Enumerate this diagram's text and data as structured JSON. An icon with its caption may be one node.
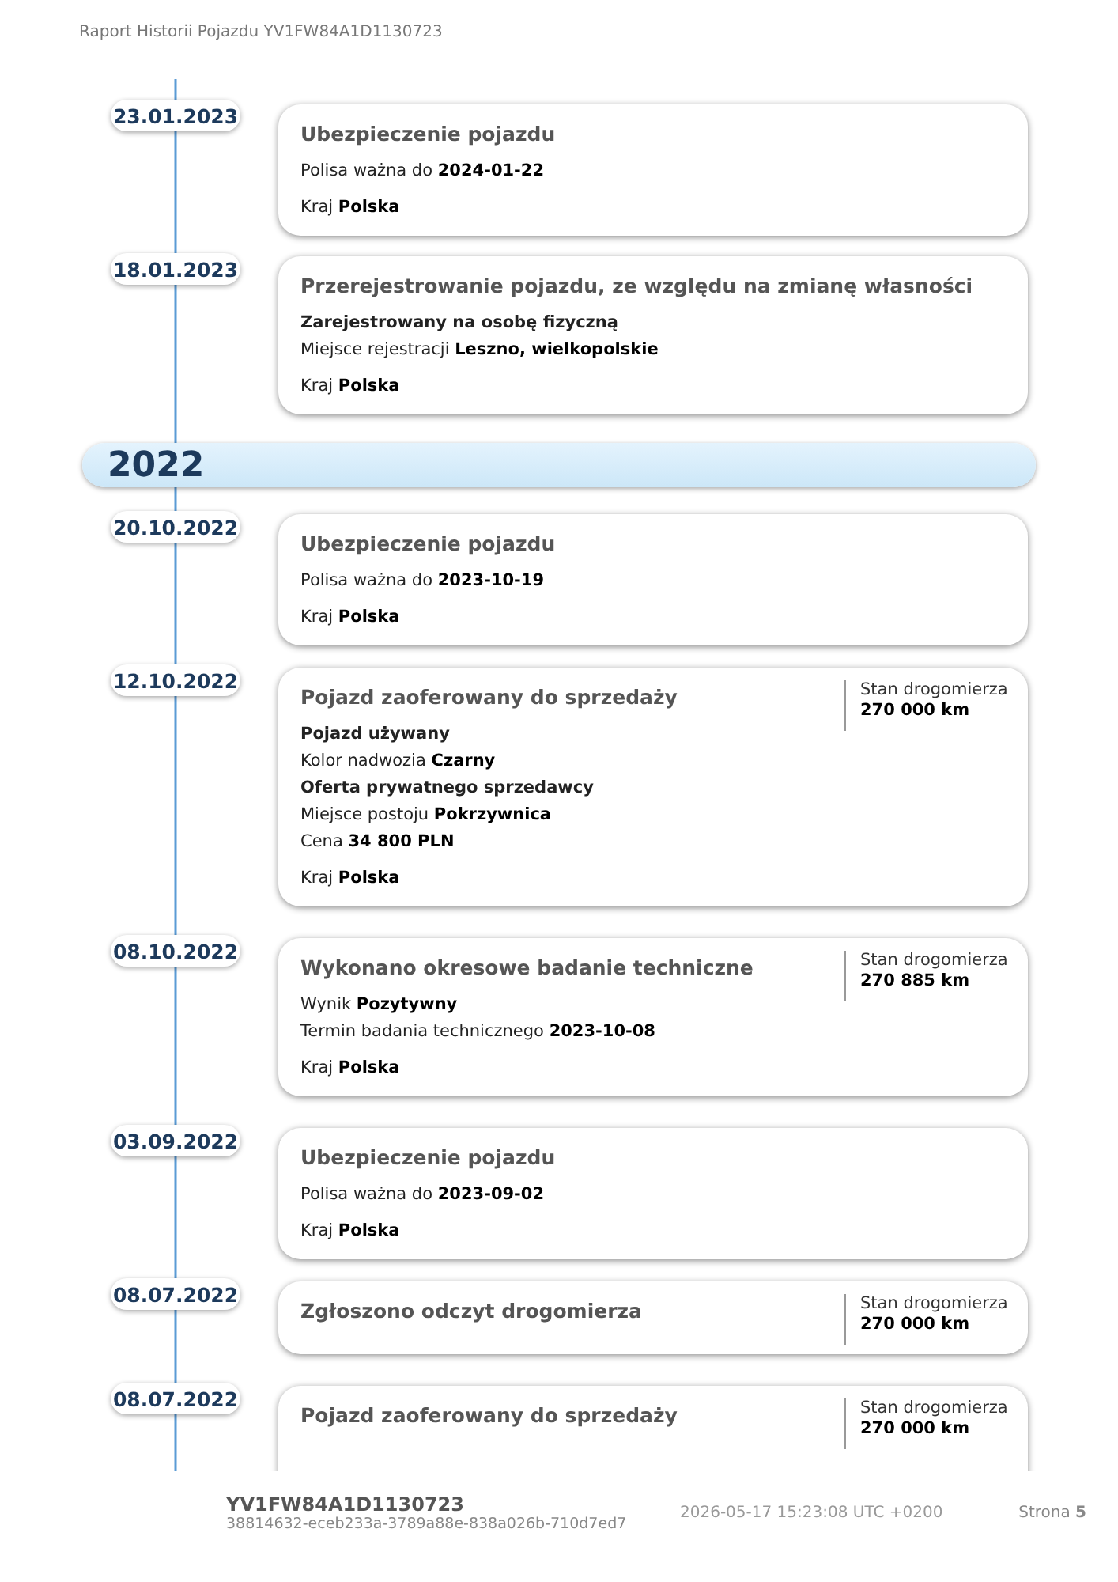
{
  "diagram": {
    "nodes": [
      {
        "text": [
          "23.01.2023"
        ]
      },
      {
        "text": [
          "Ubezpieczenie pojazdu",
          "Polisa ważna do **2024-01-22**",
          "Kraj **Polska**"
        ]
      },
      {
        "text": [
          "18.01.2023"
        ]
      },
      {
        "text": [
          "Przerejestrowanie pojazdu, ze względu na zmianę własności",
          "Zarejestrowany na osobę fizyczną",
          "Miejsce rejestracji **Leszno, wielkopolskie**",
          "Kraj **Polska**"
        ]
      },
      {
        "text": [
          "2022"
        ]
      },
      {
        "text": [
          "20.10.2022"
        ]
      },
      {
        "text": [
          "Ubezpieczenie pojazdu",
          "Polisa ważna do **2023-10-19**",
          "Kraj **Polska**"
        ]
      },
      {
        "text": [
          "12.10.2022"
        ]
      },
      {
        "text": [
          "Pojazd zaoferowany do sprzedaży",
          "Stan drogomierza",
          "270 000 km",
          "Pojazd używany",
          "Kolor nadwozia **Czarny**",
          "Oferta prywatnego sprzedawcy",
          "Miejsce postoju **Pokrzywnica**",
          "Cena **34 800 PLN**",
          "Kraj **Polska**"
        ]
      },
      {
        "text": [
          "08.10.2022"
        ]
      },
      {
        "text": [
          "Wykonano okresowe badanie techniczne",
          "Stan drogomierza",
          "270 885 km",
          "Wynik **Pozytywny**",
          "Termin badania technicznego **2023-10-08**",
          "Kraj **Polska**"
        ]
      },
      {
        "text": [
          "03.09.2022"
        ]
      },
      {
        "text": [
          "Ubezpieczenie pojazdu",
          "Polisa ważna do **2023-09-02**",
          "Kraj **Polska**"
        ]
      },
      {
        "text": [
          "08.07.2022"
        ]
      },
      {
        "text": [
          "Zgłoszono odczyt drogomierza",
          "Stan drogomierza",
          "270 000 km"
        ]
      },
      {
        "text": [
          "08.07.2022"
        ]
      },
      {
        "text": [
          "Pojazd zaoferowany do sprzedaży",
          "Stan drogomierza",
          "270 000 km"
        ]
      }
    ],
    "labels": [
      "Raport Historii Pojazdu YV1FW84A1D1130723",
      "YV1FW84A1D1130723",
      "38814632-eceb233a-3789a88e-838a026b-710d7ed7",
      "2026-05-17 15:23:08 UTC +0200",
      "Strona **5**"
    ]
  }
}
